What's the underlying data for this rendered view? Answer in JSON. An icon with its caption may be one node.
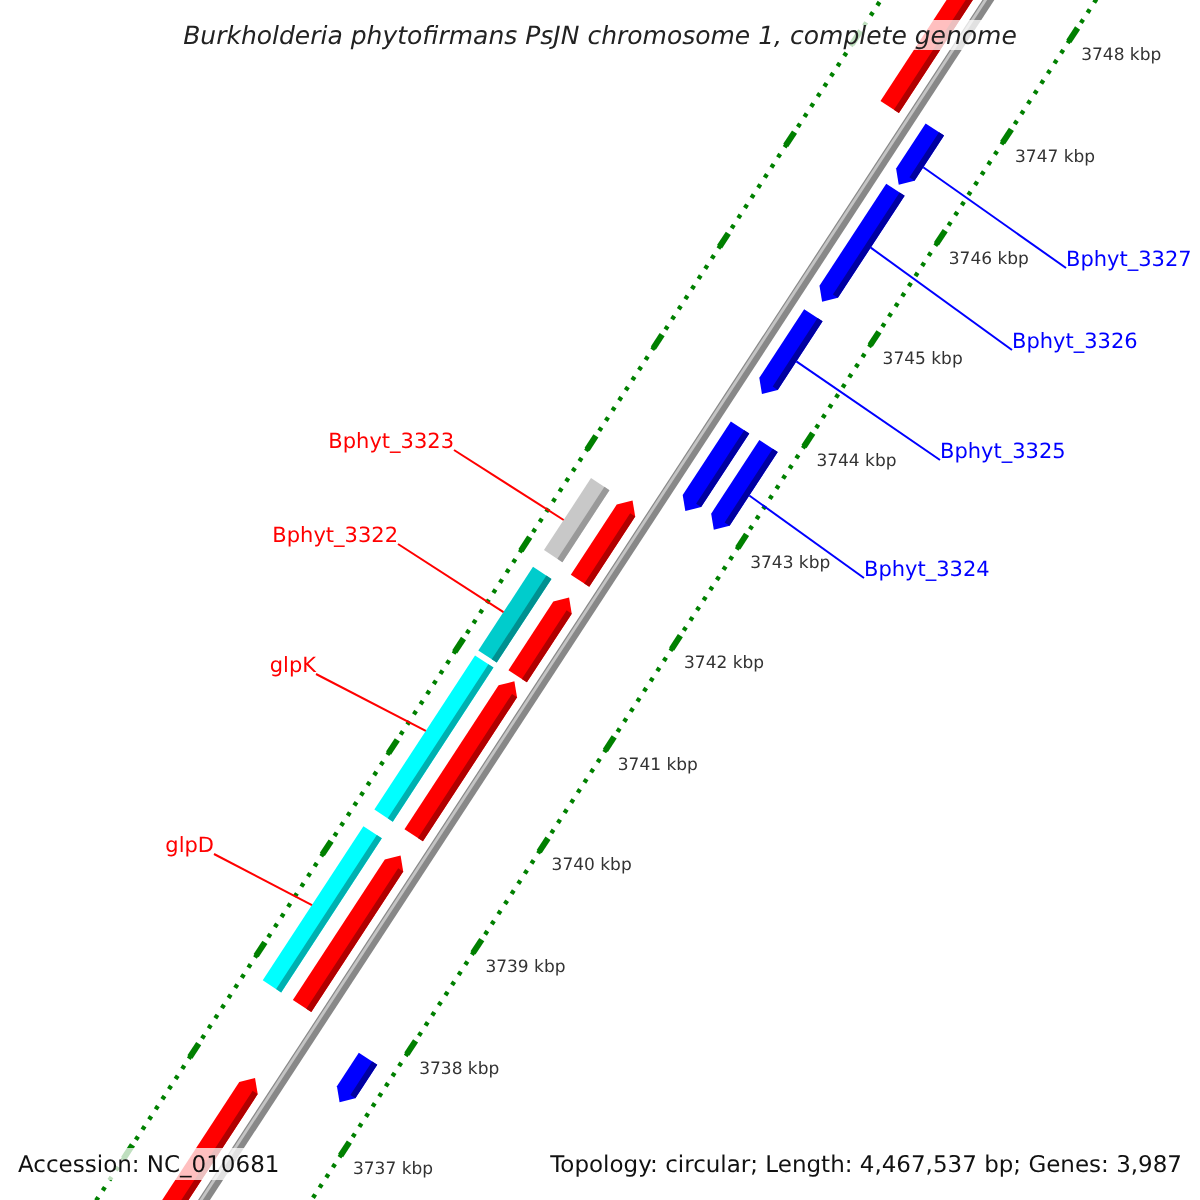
{
  "diagram": {
    "title": "Burkholderia phytofirmans PsJN chromosome 1, complete genome",
    "nodes": [
      {
        "text": [
          "Bphyt_3327"
        ]
      },
      {
        "text": [
          "Bphyt_3326"
        ]
      },
      {
        "text": [
          "Bphyt_3325"
        ]
      },
      {
        "text": [
          "Bphyt_3324"
        ]
      },
      {
        "text": [
          "Bphyt_3323"
        ]
      },
      {
        "text": [
          "Bphyt_3322"
        ]
      },
      {
        "text": [
          "glpK"
        ]
      },
      {
        "text": [
          "glpD"
        ]
      },
      {
        "text": [],
        "shape": "arrow"
      },
      {
        "text": [],
        "shape": "arrow"
      },
      {
        "text": [],
        "shape": "arrow"
      },
      {
        "text": [],
        "shape": "arrow"
      },
      {
        "text": [],
        "shape": "bar"
      },
      {
        "text": [],
        "shape": "bar"
      },
      {
        "text": [],
        "shape": "bar"
      },
      {
        "text": [],
        "shape": "bar"
      }
    ],
    "edges": [
      {
        "from": 0,
        "to": 8,
        "arrow": "none",
        "color": "#0000ff"
      },
      {
        "from": 1,
        "to": 9,
        "arrow": "none",
        "color": "#0000ff"
      },
      {
        "from": 2,
        "to": 10,
        "arrow": "none",
        "color": "#0000ff"
      },
      {
        "from": 3,
        "to": 11,
        "arrow": "none",
        "color": "#0000ff"
      },
      {
        "from": 4,
        "to": 12,
        "arrow": "none",
        "color": "#ff0000"
      },
      {
        "from": 5,
        "to": 13,
        "arrow": "none",
        "color": "#ff0000"
      },
      {
        "from": 6,
        "to": 14,
        "arrow": "none",
        "color": "#ff0000"
      },
      {
        "from": 7,
        "to": 15,
        "arrow": "none",
        "color": "#ff0000"
      }
    ],
    "labels": [
      "3748 kbp",
      "3747 kbp",
      "3746 kbp",
      "3745 kbp",
      "3744 kbp",
      "3743 kbp",
      "3742 kbp",
      "3741 kbp",
      "3740 kbp",
      "3739 kbp",
      "3738 kbp",
      "3737 kbp",
      "Accession: NC_010681",
      "Topology: circular; Length: 4,467,537 bp; Genes: 3,987"
    ]
  }
}
